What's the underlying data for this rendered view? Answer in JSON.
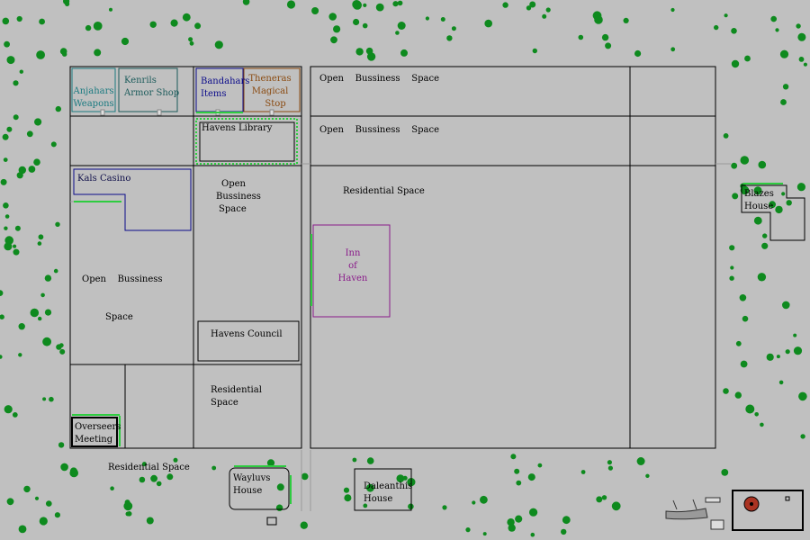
{
  "map": {
    "labels": {
      "anjahars_weapons": [
        "Anjahars",
        "Weapons"
      ],
      "kenrils_armor_shop": [
        "Kenrils",
        "Armor Shop"
      ],
      "bandahars_items": [
        "Bandahars",
        "Items"
      ],
      "theneras_magical_stop": [
        "Theneras",
        "Magical",
        "Stop"
      ],
      "open_business_1": "Open    Bussiness    Space",
      "open_business_2": "Open    Bussiness    Space",
      "havens_library": "Havens Library",
      "kals_casino": "Kals Casino",
      "open_business_3": [
        "Open",
        "Bussiness",
        "Space"
      ],
      "open_business_4": [
        "Open    Bussiness",
        "Space"
      ],
      "residential_1": "Residential Space",
      "inn_of_haven": [
        "Inn",
        "of",
        "Haven"
      ],
      "blazes_house": [
        "Blazes",
        "House"
      ],
      "havens_council": "Havens Council",
      "residential_2": [
        "Residential",
        "Space"
      ],
      "overseers_meeting": [
        "Overseers",
        "Meeting"
      ],
      "residential_3": "Residential Space",
      "wayluvs_house": [
        "Wayluvs",
        "House"
      ],
      "daleanthis_house": [
        "Daleanthis",
        "House"
      ]
    },
    "colors": {
      "background": "#c0c0c0",
      "outline": "#000000",
      "tree": "#0e8a1e",
      "hedge": "#2ecc40",
      "teal": "#1a7a80",
      "navy": "#0a0a8a",
      "brown": "#8a4a10",
      "purple": "#8a1a8a"
    }
  }
}
